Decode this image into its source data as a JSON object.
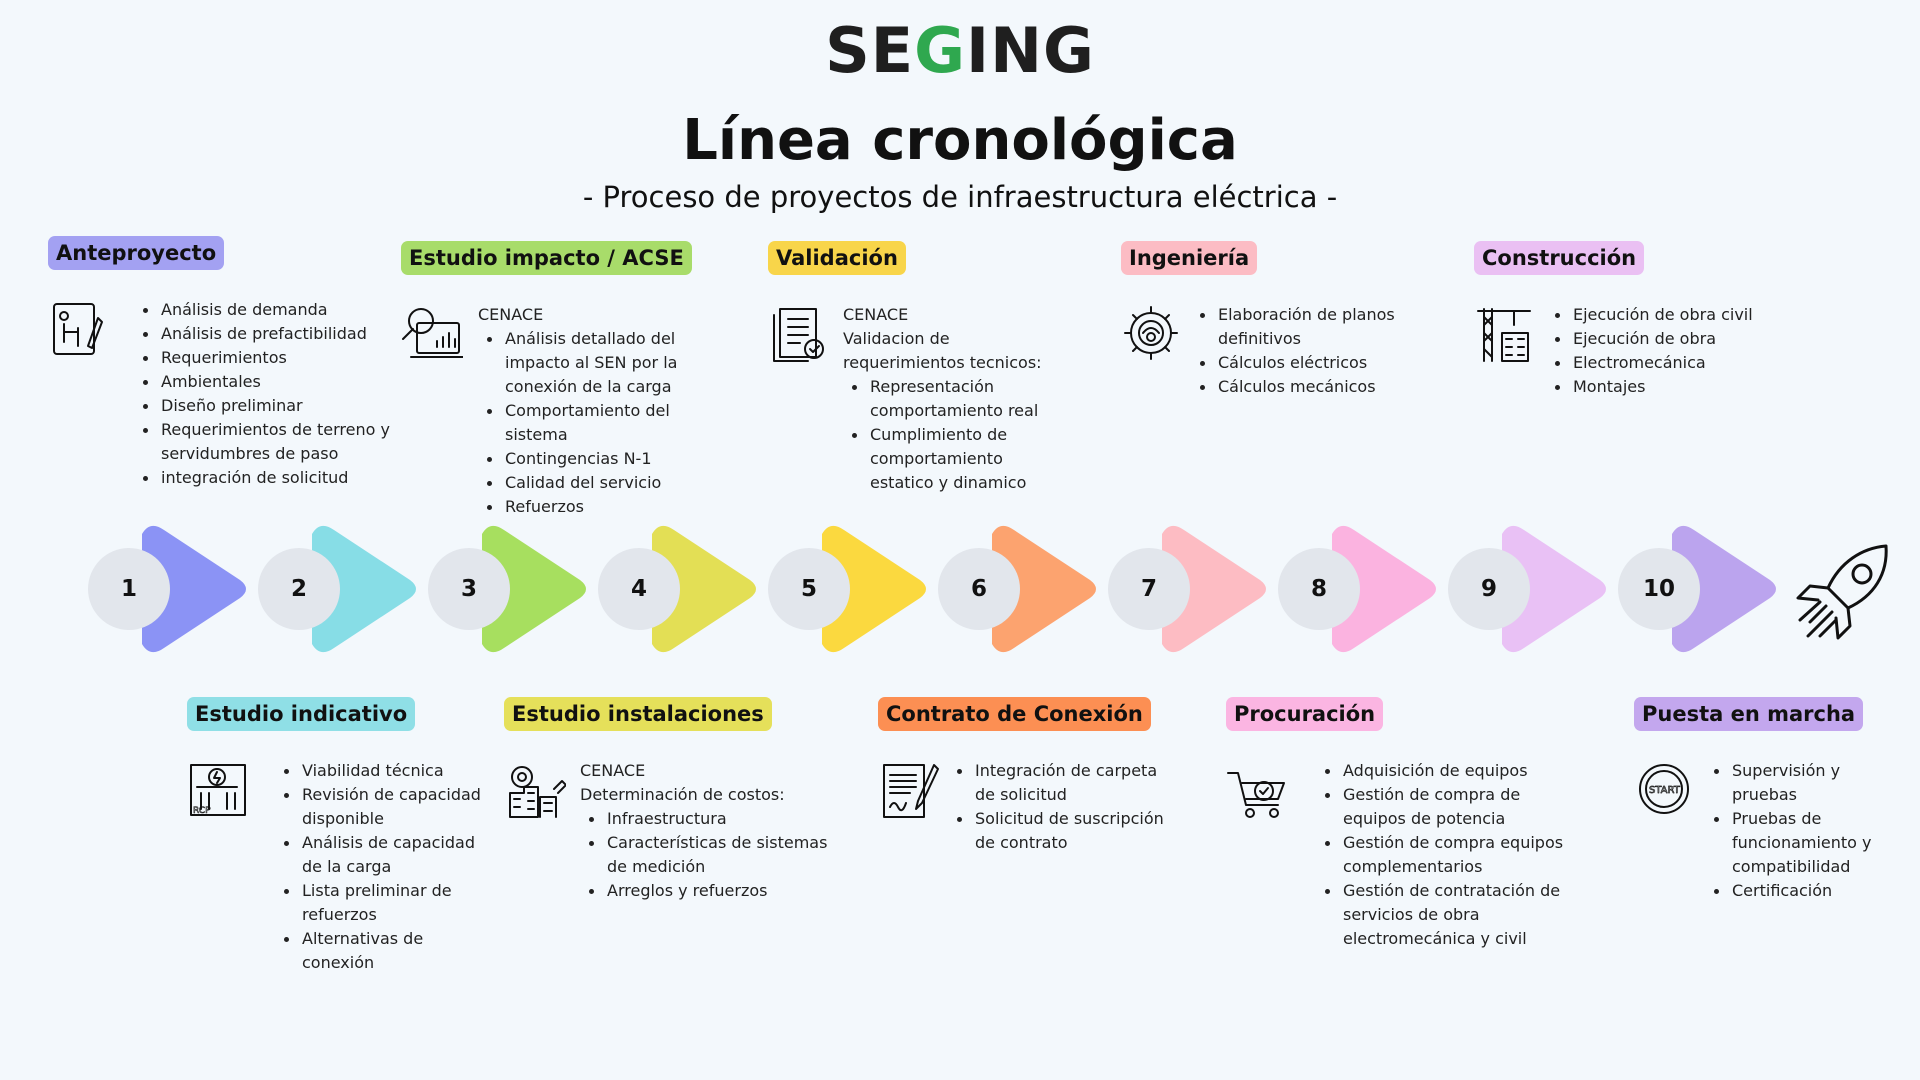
{
  "logo": {
    "part1": "SE",
    "part2": "G",
    "part3": "ING"
  },
  "title": "Línea cronológica",
  "subtitle": "- Proceso de proyectos de infraestructura eléctrica -",
  "steps": [
    {
      "num": "1",
      "color": "#8b93f5"
    },
    {
      "num": "2",
      "color": "#87dde6"
    },
    {
      "num": "3",
      "color": "#a7df5f"
    },
    {
      "num": "4",
      "color": "#e3df55"
    },
    {
      "num": "5",
      "color": "#fbd93f"
    },
    {
      "num": "6",
      "color": "#fca36f"
    },
    {
      "num": "7",
      "color": "#fdbcc3"
    },
    {
      "num": "8",
      "color": "#fbb3e0"
    },
    {
      "num": "9",
      "color": "#e9c1f5"
    },
    {
      "num": "10",
      "color": "#bba4ee"
    }
  ],
  "phases": [
    {
      "label": "Anteproyecto",
      "color": "#a3a1f2",
      "icon": "planning-document-icon",
      "intro": [],
      "items": [
        "Análisis de demanda",
        "Análisis de prefactibilidad",
        "Requerimientos",
        "Ambientales",
        "Diseño preliminar",
        "Requerimientos de terreno y servidumbres de paso",
        "integración de solicitud"
      ]
    },
    {
      "label": "Estudio indicativo",
      "color": "#8fdfe6",
      "icon": "electrical-schematic-icon",
      "intro": [],
      "items": [
        "Viabilidad técnica",
        "Revisión de capacidad disponible",
        "Análisis de capacidad de la carga",
        "Lista preliminar de refuerzos",
        "Alternativas de conexión"
      ]
    },
    {
      "label": "Estudio impacto / ACSE",
      "color": "#a8dc6a",
      "icon": "magnifier-laptop-icon",
      "intro": [
        "CENACE"
      ],
      "items": [
        "Análisis detallado del impacto al SEN por la conexión de la carga",
        "Comportamiento del sistema",
        "Contingencias N-1",
        "Calidad del servicio",
        "Refuerzos"
      ]
    },
    {
      "label": "Estudio instalaciones",
      "color": "#e5e05a",
      "icon": "factory-gear-icon",
      "intro": [
        "CENACE",
        "Determinación de costos:"
      ],
      "items": [
        "Infraestructura",
        "Características de sistemas de medición",
        "Arreglos y refuerzos"
      ]
    },
    {
      "label": "Validación",
      "color": "#f8d54a",
      "icon": "approved-document-icon",
      "intro": [
        "CENACE",
        "Validacion de requerimientos tecnicos:"
      ],
      "items": [
        "Representación comportamiento real",
        "Cumplimiento de comportamiento estatico y dinamico"
      ]
    },
    {
      "label": "Contrato de Conexión",
      "color": "#fc8f53",
      "icon": "contract-signature-icon",
      "intro": [],
      "items": [
        "Integración de carpeta de solicitud",
        "Solicitud de suscripción de contrato"
      ]
    },
    {
      "label": "Ingeniería",
      "color": "#fcbcc4",
      "icon": "engineer-gear-icon",
      "intro": [],
      "items": [
        "Elaboración de planos definitivos",
        "Cálculos eléctricos",
        "Cálculos mecánicos"
      ]
    },
    {
      "label": "Procuración",
      "color": "#fbb5e2",
      "icon": "shopping-cart-gear-icon",
      "intro": [],
      "items": [
        "Adquisición de equipos",
        "Gestión de compra de equipos de potencia",
        "Gestión de compra equipos complementarios",
        "Gestión de contratación de servicios de obra electromecánica y civil"
      ]
    },
    {
      "label": "Construcción",
      "color": "#eac0f3",
      "icon": "crane-building-icon",
      "intro": [],
      "items": [
        "Ejecución de obra civil",
        "Ejecución de obra",
        "Electromecánica",
        "Montajes"
      ]
    },
    {
      "label": "Puesta en marcha",
      "color": "#c3a7ee",
      "icon": "start-button-icon",
      "intro": [],
      "items": [
        "Supervisión y pruebas",
        "Pruebas de funcionamiento y compatibilidad",
        "Certificación"
      ]
    }
  ],
  "rocket_icon": "rocket-icon"
}
